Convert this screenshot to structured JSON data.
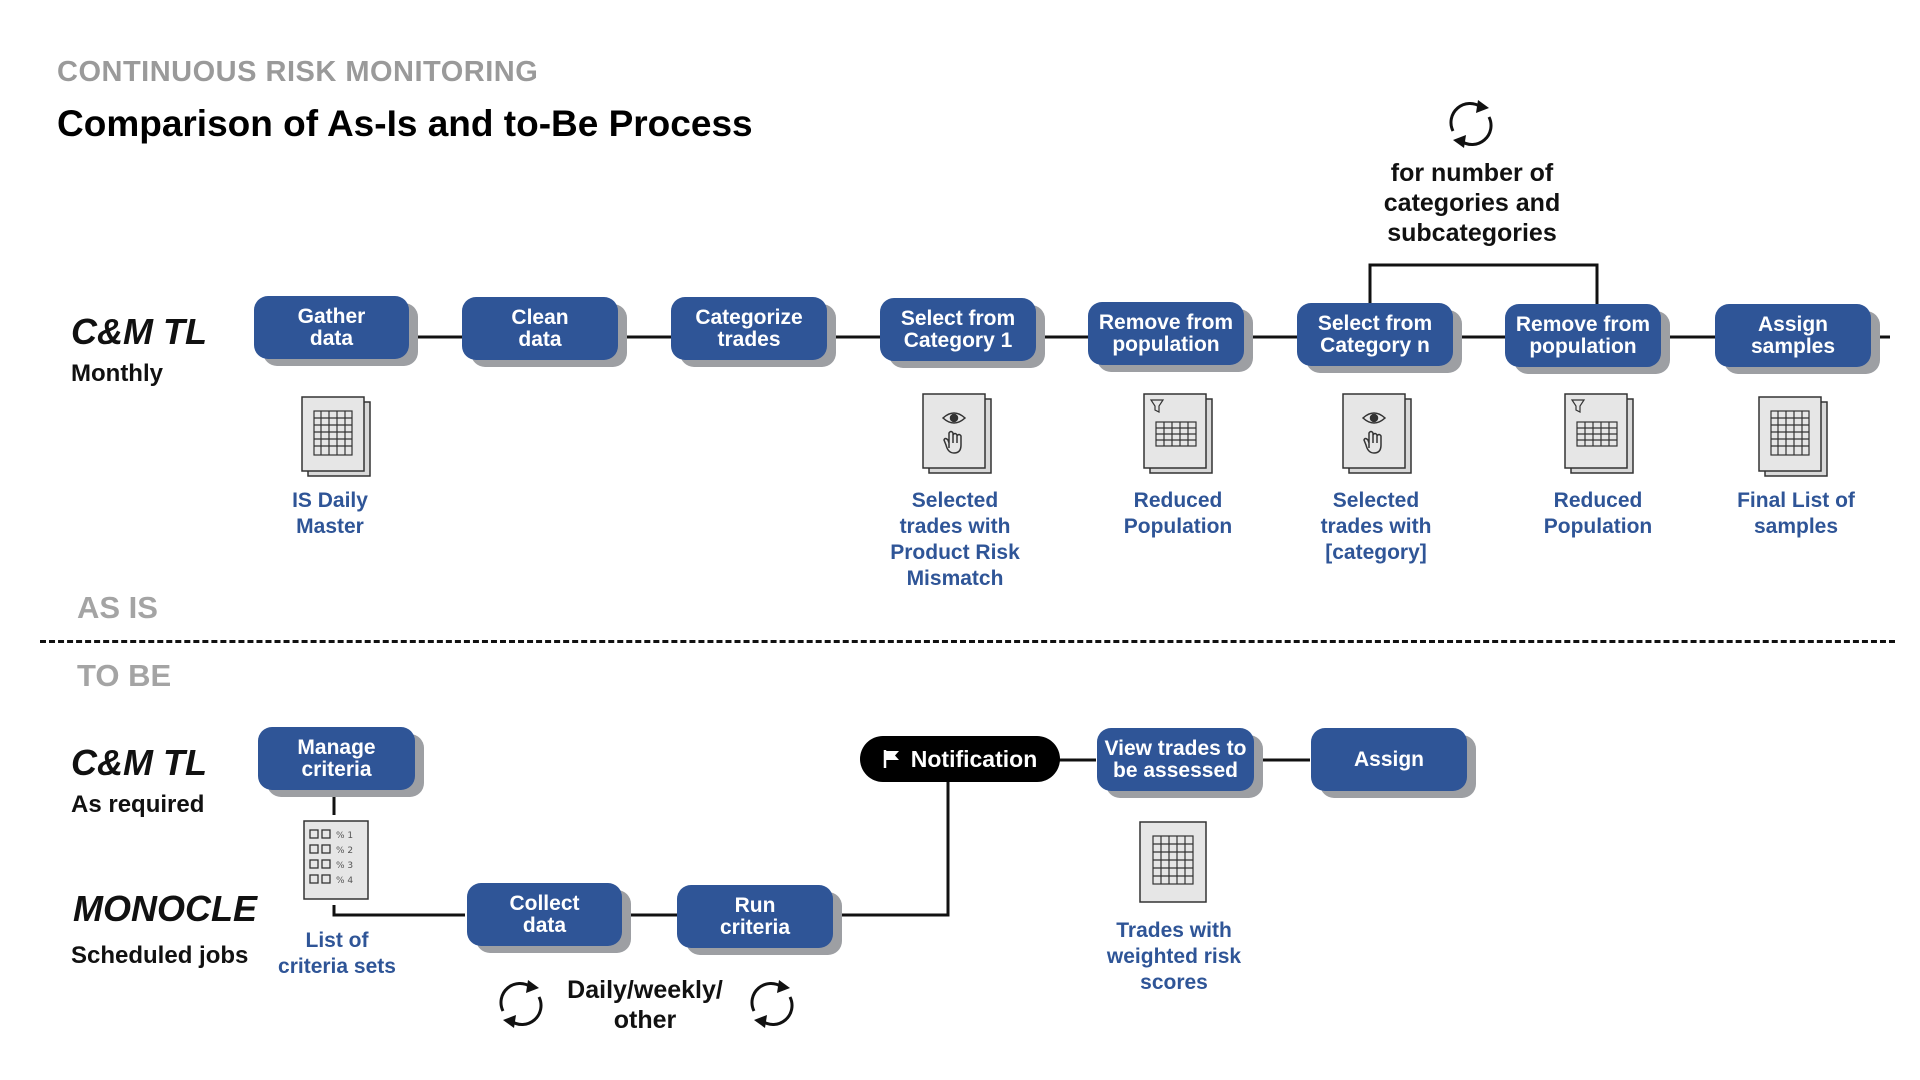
{
  "header": {
    "section": "CONTINUOUS RISK MONITORING",
    "title": "Comparison of As-Is and to-Be Process"
  },
  "as_is": {
    "label": "AS IS",
    "actor": {
      "name": "C&M TL",
      "frequency": "Monthly"
    },
    "steps": [
      "Gather\ndata",
      "Clean\ndata",
      "Categorize\ntrades",
      "Select from\nCategory 1",
      "Remove from\npopulation",
      "Select from\nCategory n",
      "Remove from\npopulation",
      "Assign\nsamples"
    ],
    "outputs": [
      "IS Daily\nMaster",
      "Selected\ntrades with\nProduct Risk\nMismatch",
      "Reduced\nPopulation",
      "Selected\ntrades with\n[category]",
      "Reduced\nPopulation",
      "Final List of\nsamples"
    ],
    "loop_note": "for number of\ncategories and\nsubcategories"
  },
  "to_be": {
    "label": "TO BE",
    "actor_1": {
      "name": "C&M TL",
      "frequency": "As required"
    },
    "actor_2": {
      "name": "MONOCLE",
      "frequency": "Scheduled jobs"
    },
    "steps": {
      "manage": "Manage\ncriteria",
      "collect": "Collect\ndata",
      "run": "Run\ncriteria",
      "notification": "Notification",
      "view": "View trades to\nbe assessed",
      "assign": "Assign"
    },
    "outputs": {
      "criteria_sets": "List of\ncriteria sets",
      "weighted": "Trades with\nweighted risk\nscores"
    },
    "criteria_doc_labels": [
      "% 1",
      "% 2",
      "% 3",
      "% 4"
    ],
    "schedule_note": "Daily/weekly/\nother"
  },
  "colors": {
    "box": "#2f5597",
    "box_shadow": "#9d9fa3",
    "caption": "#2f5597",
    "notification": "#000000"
  },
  "icons": [
    "cycle-icon",
    "flag-icon",
    "spreadsheet-doc-icon",
    "eye-hand-doc-icon",
    "filter-table-doc-icon",
    "checklist-doc-icon"
  ]
}
